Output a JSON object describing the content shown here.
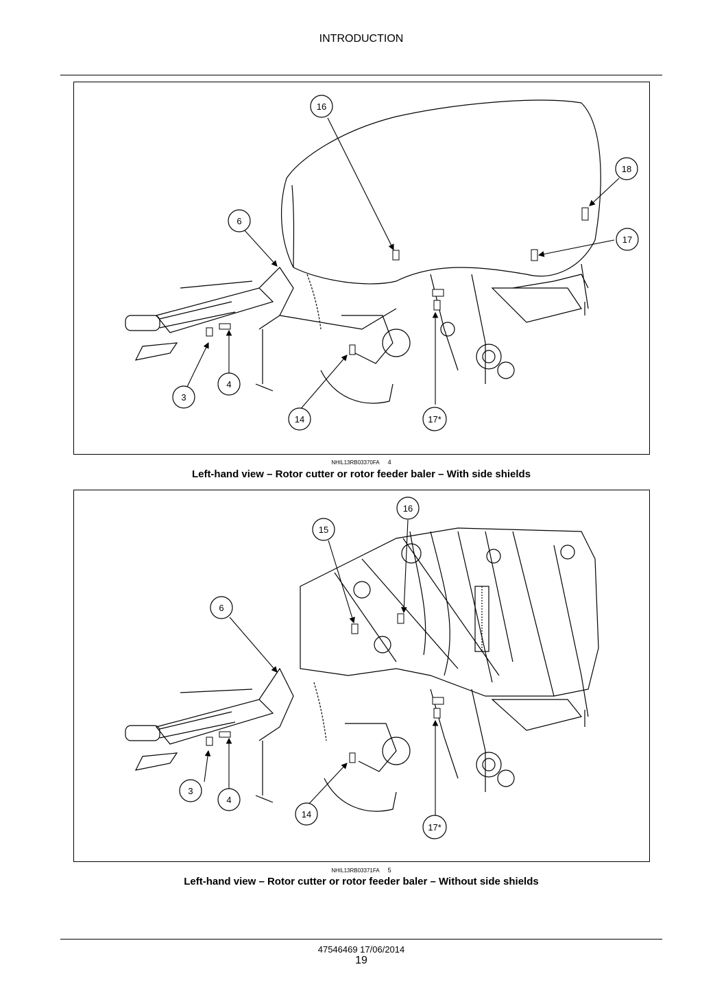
{
  "header": {
    "section_title": "INTRODUCTION"
  },
  "figures": [
    {
      "code": "NHIL13RB03370FA",
      "number": "4",
      "caption": "Left-hand view – Rotor cutter or rotor feeder baler – With side shields",
      "callouts": [
        "16",
        "18",
        "6",
        "17",
        "3",
        "4",
        "14",
        "17*"
      ]
    },
    {
      "code": "NHIL13RB03371FA",
      "number": "5",
      "caption": "Left-hand view – Rotor cutter or rotor feeder baler – Without side shields",
      "callouts": [
        "16",
        "15",
        "6",
        "3",
        "4",
        "14",
        "17*"
      ]
    }
  ],
  "footer": {
    "document_id": "47546469 17/06/2014",
    "page_number": "19"
  }
}
